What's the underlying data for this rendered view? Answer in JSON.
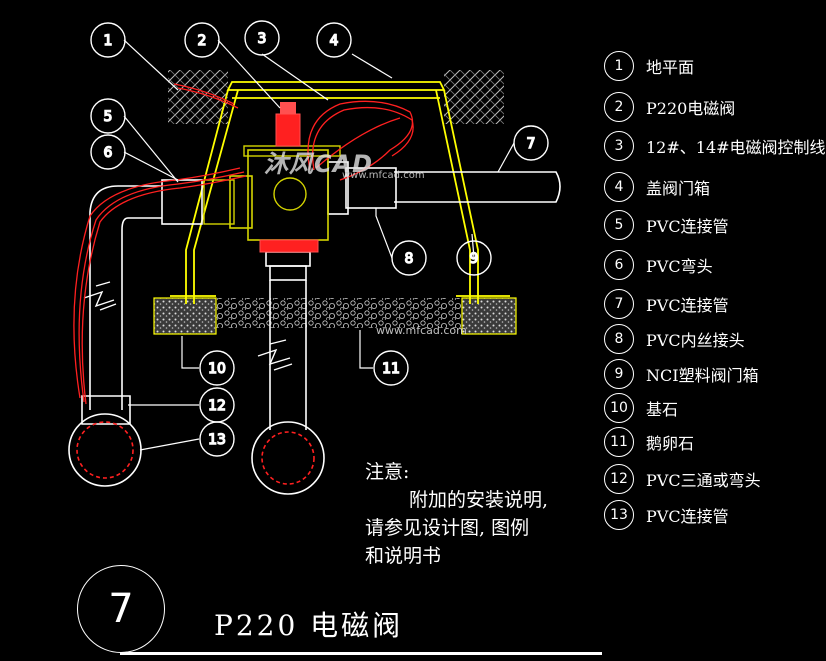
{
  "drawing": {
    "callouts": [
      "1",
      "2",
      "3",
      "4",
      "5",
      "6",
      "7",
      "8",
      "9",
      "10",
      "11",
      "12",
      "13"
    ],
    "watermark_brand": "沐风CAD",
    "watermark_url": "www.mfcad.com"
  },
  "legend": [
    {
      "num": "1",
      "text": "地平面"
    },
    {
      "num": "2",
      "text": "P220电磁阀"
    },
    {
      "num": "3",
      "text": "12#、14#电磁阀控制线"
    },
    {
      "num": "4",
      "text": "盖阀门箱"
    },
    {
      "num": "5",
      "text": "PVC连接管"
    },
    {
      "num": "6",
      "text": "PVC弯头"
    },
    {
      "num": "7",
      "text": "PVC连接管"
    },
    {
      "num": "8",
      "text": "PVC内丝接头"
    },
    {
      "num": "9",
      "text": "NCI塑料阀门箱"
    },
    {
      "num": "10",
      "text": "基石"
    },
    {
      "num": "11",
      "text": "鹅卵石"
    },
    {
      "num": "12",
      "text": "PVC三通或弯头"
    },
    {
      "num": "13",
      "text": "PVC连接管"
    }
  ],
  "note": {
    "heading": "注意:",
    "line1": "附加的安装说明,",
    "line2": "请参见设计图, 图例",
    "line3": "和说明书"
  },
  "title": {
    "number": "7",
    "text": "P220 电磁阀"
  },
  "colors": {
    "background": "#000000",
    "line": "#ffffff",
    "box": "#ffff00",
    "wire": "#ff2020",
    "valve": "#d4d400"
  }
}
